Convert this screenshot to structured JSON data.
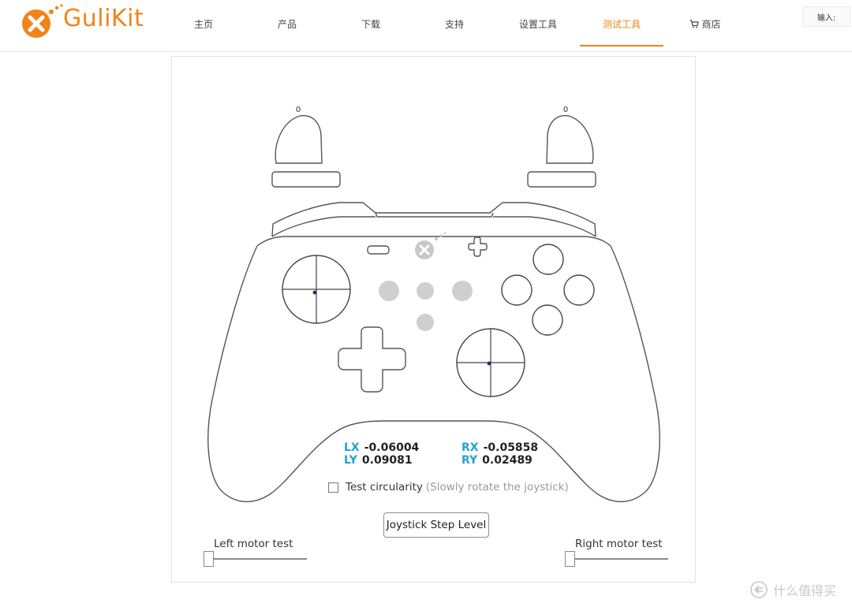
{
  "brand": {
    "name": "GuliKit",
    "color": "#f08419"
  },
  "nav": {
    "items": [
      {
        "label": "主页"
      },
      {
        "label": "产品"
      },
      {
        "label": "下载"
      },
      {
        "label": "支持"
      },
      {
        "label": "设置工具"
      },
      {
        "label": "测试工具",
        "active": true
      },
      {
        "label": "商店",
        "icon": "cart-icon"
      }
    ]
  },
  "lang": {
    "label": "输入:"
  },
  "triggers": {
    "left_value": "0",
    "right_value": "0"
  },
  "readouts": {
    "lx": {
      "key": "LX",
      "value": "-0.06004"
    },
    "ly": {
      "key": "LY",
      "value": "0.09081"
    },
    "rx": {
      "key": "RX",
      "value": "-0.05858"
    },
    "ry": {
      "key": "RY",
      "value": "0.02489"
    },
    "key_color": "#22a3d4"
  },
  "circularity": {
    "label": "Test circularity",
    "hint": "(Slowly rotate the joystick)",
    "checked": false
  },
  "step_button": {
    "label": "Joystick Step Level"
  },
  "motors": {
    "left": {
      "label": "Left motor test",
      "level": 0
    },
    "right": {
      "label": "Right motor test",
      "level": 0
    }
  },
  "watermark": {
    "text": "什么值得买"
  }
}
